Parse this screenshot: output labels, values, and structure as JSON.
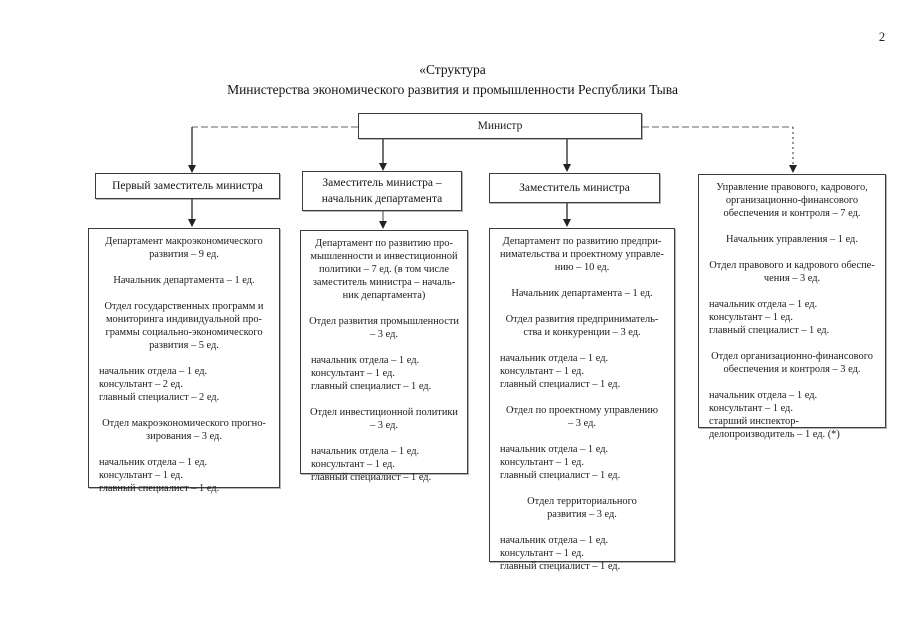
{
  "page": {
    "number": "2"
  },
  "title": {
    "line1": "«Структура",
    "line2": "Министерства экономического развития и промышленности Республики Тыва"
  },
  "colors": {
    "line": "#555555",
    "solid_line": "#333333",
    "border": "#3c3c3c",
    "text": "#1b1b1b"
  },
  "org": {
    "minister": {
      "label": "Министр"
    },
    "level2": [
      {
        "key": "first_deputy",
        "lines": [
          "Первый заместитель министра"
        ]
      },
      {
        "key": "deputy_dept_head",
        "lines": [
          "Заместитель министра –",
          "начальник департамента"
        ]
      },
      {
        "key": "deputy",
        "lines": [
          "Заместитель министра"
        ]
      }
    ],
    "macro_dept": {
      "lines": [
        {
          "t": "Департамент макроэкономического",
          "a": "c"
        },
        {
          "t": "развития – 9 ед.",
          "a": "c"
        },
        {
          "t": "",
          "a": "c"
        },
        {
          "t": "Начальник департамента – 1 ед.",
          "a": "c"
        },
        {
          "t": "",
          "a": "c"
        },
        {
          "t": "Отдел государственных программ и",
          "a": "c"
        },
        {
          "t": "мониторинга индивидуальной про-",
          "a": "c"
        },
        {
          "t": "граммы социально-экономического",
          "a": "c"
        },
        {
          "t": "развития – 5 ед.",
          "a": "c"
        },
        {
          "t": "",
          "a": "c"
        },
        {
          "t": "начальник отдела – 1 ед.",
          "a": "l"
        },
        {
          "t": "консультант – 2 ед.",
          "a": "l"
        },
        {
          "t": "главный специалист – 2 ед.",
          "a": "l"
        },
        {
          "t": "",
          "a": "c"
        },
        {
          "t": "Отдел макроэкономического прогно-",
          "a": "c"
        },
        {
          "t": "зирования – 3 ед.",
          "a": "c"
        },
        {
          "t": "",
          "a": "c"
        },
        {
          "t": "начальник отдела – 1 ед.",
          "a": "l"
        },
        {
          "t": "консультант – 1 ед.",
          "a": "l"
        },
        {
          "t": "главный специалист – 1 ед.",
          "a": "l"
        }
      ]
    },
    "industry_dept": {
      "lines": [
        {
          "t": "Департамент по развитию про-",
          "a": "c"
        },
        {
          "t": "мышленности и инвестиционной",
          "a": "c"
        },
        {
          "t": "политики – 7 ед. (в том числе",
          "a": "c"
        },
        {
          "t": "заместитель министра – началь-",
          "a": "c"
        },
        {
          "t": "ник департамента)",
          "a": "c"
        },
        {
          "t": "",
          "a": "c"
        },
        {
          "t": "Отдел развития промышленности",
          "a": "c"
        },
        {
          "t": "– 3 ед.",
          "a": "c"
        },
        {
          "t": "",
          "a": "c"
        },
        {
          "t": "начальник отдела – 1 ед.",
          "a": "l"
        },
        {
          "t": "консультант – 1 ед.",
          "a": "l"
        },
        {
          "t": "главный специалист – 1 ед.",
          "a": "l"
        },
        {
          "t": "",
          "a": "c"
        },
        {
          "t": "Отдел инвестиционной политики",
          "a": "c"
        },
        {
          "t": "– 3 ед.",
          "a": "c"
        },
        {
          "t": "",
          "a": "c"
        },
        {
          "t": "начальник отдела – 1 ед.",
          "a": "l"
        },
        {
          "t": "консультант – 1 ед.",
          "a": "l"
        },
        {
          "t": "главный специалист – 1 ед.",
          "a": "l"
        }
      ]
    },
    "entrepreneurship_dept": {
      "lines": [
        {
          "t": "Департамент по развитию предпри-",
          "a": "c"
        },
        {
          "t": "нимательства и проектному управле-",
          "a": "c"
        },
        {
          "t": "нию – 10 ед.",
          "a": "c"
        },
        {
          "t": "",
          "a": "c"
        },
        {
          "t": "Начальник департамента – 1 ед.",
          "a": "c"
        },
        {
          "t": "",
          "a": "c"
        },
        {
          "t": "Отдел развития предприниматель-",
          "a": "c"
        },
        {
          "t": "ства и конкуренции – 3 ед.",
          "a": "c"
        },
        {
          "t": "",
          "a": "c"
        },
        {
          "t": "начальник отдела – 1 ед.",
          "a": "l"
        },
        {
          "t": "консультант – 1 ед.",
          "a": "l"
        },
        {
          "t": "главный специалист – 1 ед.",
          "a": "l"
        },
        {
          "t": "",
          "a": "c"
        },
        {
          "t": "Отдел по проектному управлению",
          "a": "c"
        },
        {
          "t": "– 3 ед.",
          "a": "c"
        },
        {
          "t": "",
          "a": "c"
        },
        {
          "t": "начальник отдела – 1 ед.",
          "a": "l"
        },
        {
          "t": "консультант – 1 ед.",
          "a": "l"
        },
        {
          "t": "главный специалист – 1 ед.",
          "a": "l"
        },
        {
          "t": "",
          "a": "c"
        },
        {
          "t": "Отдел территориального",
          "a": "c"
        },
        {
          "t": "развития – 3 ед.",
          "a": "c"
        },
        {
          "t": "",
          "a": "c"
        },
        {
          "t": "начальник отдела – 1 ед.",
          "a": "l"
        },
        {
          "t": "консультант – 1 ед.",
          "a": "l"
        },
        {
          "t": "главный специалист – 1 ед.",
          "a": "l"
        }
      ]
    },
    "administration": {
      "lines": [
        {
          "t": "Управление правового, кадрового,",
          "a": "c"
        },
        {
          "t": "организационно-финансового",
          "a": "c"
        },
        {
          "t": "обеспечения и контроля – 7 ед.",
          "a": "c"
        },
        {
          "t": "",
          "a": "c"
        },
        {
          "t": "Начальник управления – 1 ед.",
          "a": "c"
        },
        {
          "t": "",
          "a": "c"
        },
        {
          "t": "Отдел правового и кадрового обеспе-",
          "a": "c"
        },
        {
          "t": "чения – 3 ед.",
          "a": "c"
        },
        {
          "t": "",
          "a": "c"
        },
        {
          "t": "начальник отдела – 1 ед.",
          "a": "l"
        },
        {
          "t": "консультант – 1 ед.",
          "a": "l"
        },
        {
          "t": "главный специалист – 1 ед.",
          "a": "l"
        },
        {
          "t": "",
          "a": "c"
        },
        {
          "t": "Отдел организационно-финансового",
          "a": "c"
        },
        {
          "t": "обеспечения и контроля – 3 ед.",
          "a": "c"
        },
        {
          "t": "",
          "a": "c"
        },
        {
          "t": "начальник отдела – 1 ед.",
          "a": "l"
        },
        {
          "t": "консультант – 1 ед.",
          "a": "l"
        },
        {
          "t": "старший инспектор-",
          "a": "l"
        },
        {
          "t": "делопроизводитель – 1 ед. (*)",
          "a": "l"
        }
      ]
    }
  }
}
